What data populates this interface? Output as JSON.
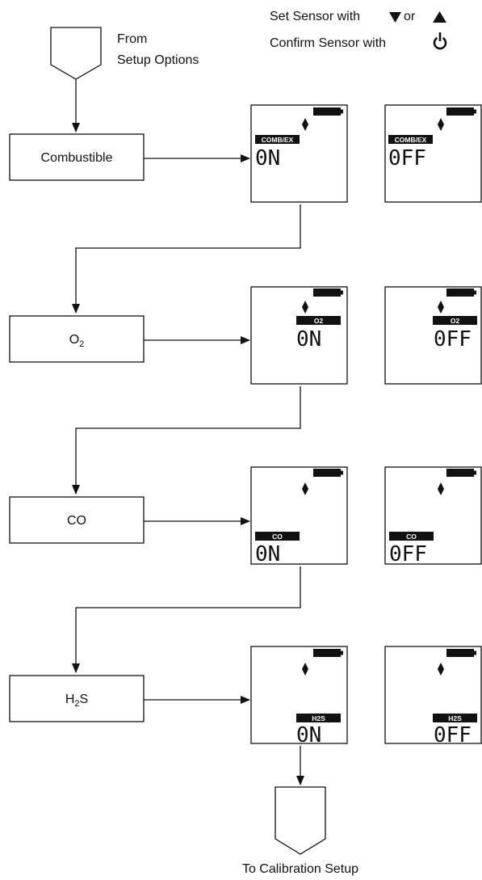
{
  "instructions": {
    "set_label": "Set Sensor with",
    "or_label": "or",
    "confirm_label": "Confirm Sensor with",
    "down_icon": "triangle-down-icon",
    "up_icon": "triangle-up-icon",
    "power_icon": "power-icon"
  },
  "start": {
    "line1": "From",
    "line2": "Setup Options"
  },
  "end": {
    "label": "To Calibration Setup"
  },
  "steps": [
    {
      "box_label": "Combustible",
      "sub": "",
      "tag": "COMB/EX",
      "on": "0N",
      "off": "0FF"
    },
    {
      "box_label": "O",
      "sub": "2",
      "tag": "O2",
      "on": "0N",
      "off": "0FF"
    },
    {
      "box_label": "CO",
      "sub": "",
      "tag": "CO",
      "on": "0N",
      "off": "0FF"
    },
    {
      "box_label": "H",
      "sub": "2",
      "suffix": "S",
      "tag": "H2S",
      "on": "0N",
      "off": "0FF"
    }
  ],
  "colors": {
    "ink": "#111111",
    "background": "#ffffff"
  }
}
